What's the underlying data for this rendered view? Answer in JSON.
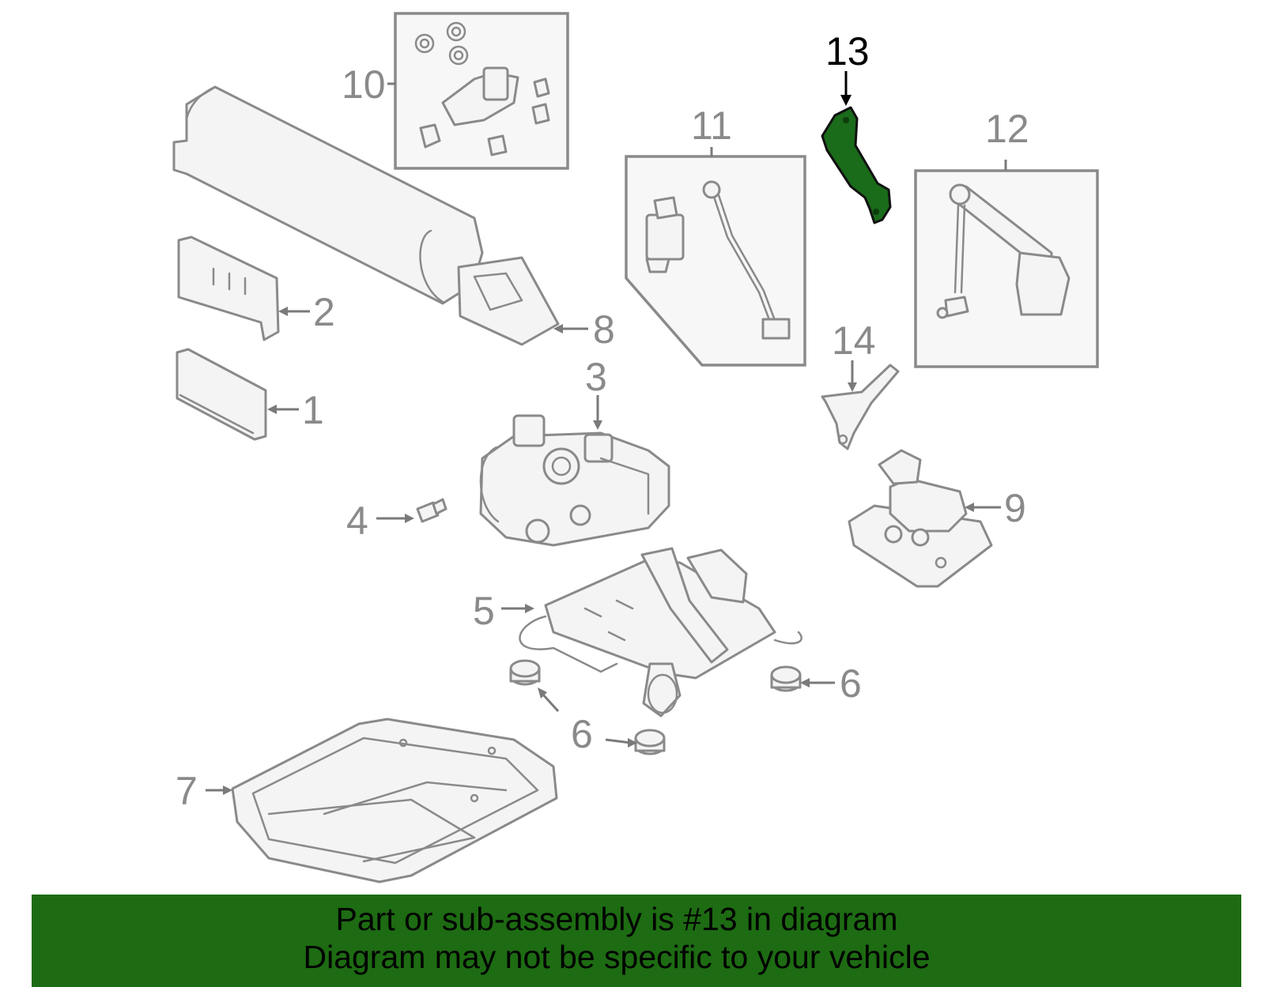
{
  "callouts": {
    "c1": "1",
    "c2": "2",
    "c3": "3",
    "c4": "4",
    "c5": "5",
    "c6a": "6",
    "c6b": "6",
    "c7": "7",
    "c8": "8",
    "c9": "9",
    "c10": "10",
    "c11": "11",
    "c12": "12",
    "c13": "13",
    "c14": "14"
  },
  "highlight": {
    "part_number": "13",
    "color": "#1a6b1a"
  },
  "banner": {
    "line1": "Part or sub-assembly is #13 in diagram",
    "line2": "Diagram may not be specific to your vehicle",
    "color": "#1d6b12"
  }
}
